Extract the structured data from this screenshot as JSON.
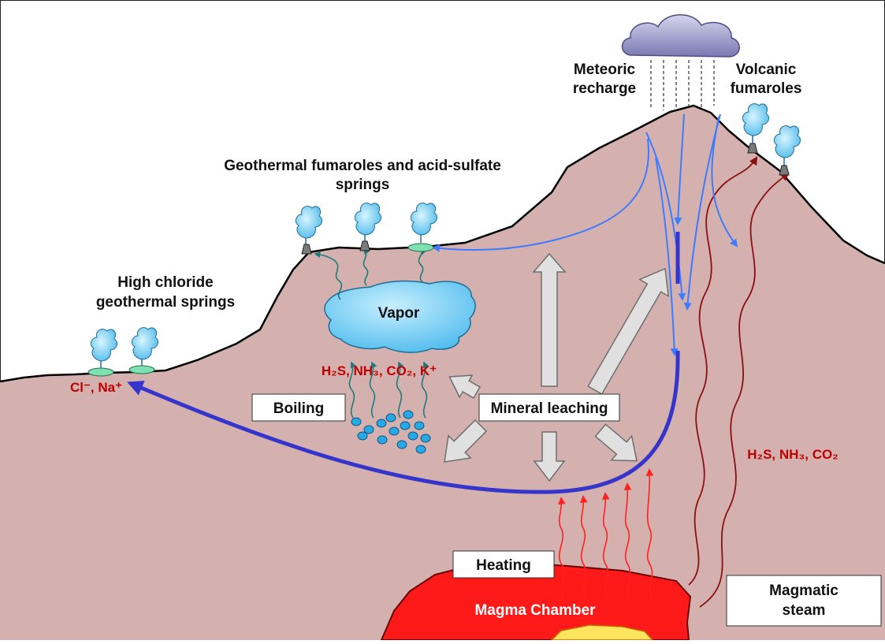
{
  "labels": {
    "meteoric_1": "Meteoric",
    "meteoric_2": "recharge",
    "volcanic_1": "Volcanic",
    "volcanic_2": "fumaroles",
    "geofum_1": "Geothermal fumaroles and acid-sulfate",
    "geofum_2": "springs",
    "highcl_1": "High chloride",
    "highcl_2": "geothermal springs",
    "vapor": "Vapor",
    "magma": "Magma Chamber"
  },
  "boxes": {
    "boiling": "Boiling",
    "mineral": "Mineral leaching",
    "heating": "Heating",
    "magmatic_1": "Magmatic",
    "magmatic_2": "steam"
  },
  "chem": {
    "chloride_sodium": "Cl⁻, Na⁺",
    "vapor_gases": "H₂S, NH₃, CO₂, K⁺",
    "magmatic_gases": "H₂S, NH₃, CO₂"
  },
  "colors": {
    "ground": "#d4b1ae",
    "terrain_line": "#000000",
    "meteoric_water": "#3d7bff",
    "deep_water": "#3535cc",
    "vapor": "#55c8f4",
    "steam_paths": "#8b1010",
    "heat_arrows": "#ff2020",
    "magma_outer": "#ff1a1a",
    "magma_inner": "#ffe45e",
    "leach_arrows": "#e0e0e0",
    "chem_text": "#c00000"
  },
  "icons": [
    "cloud-icon",
    "steam-plume-icon",
    "vent-icon",
    "spring-pool-icon",
    "bubble-icon"
  ]
}
